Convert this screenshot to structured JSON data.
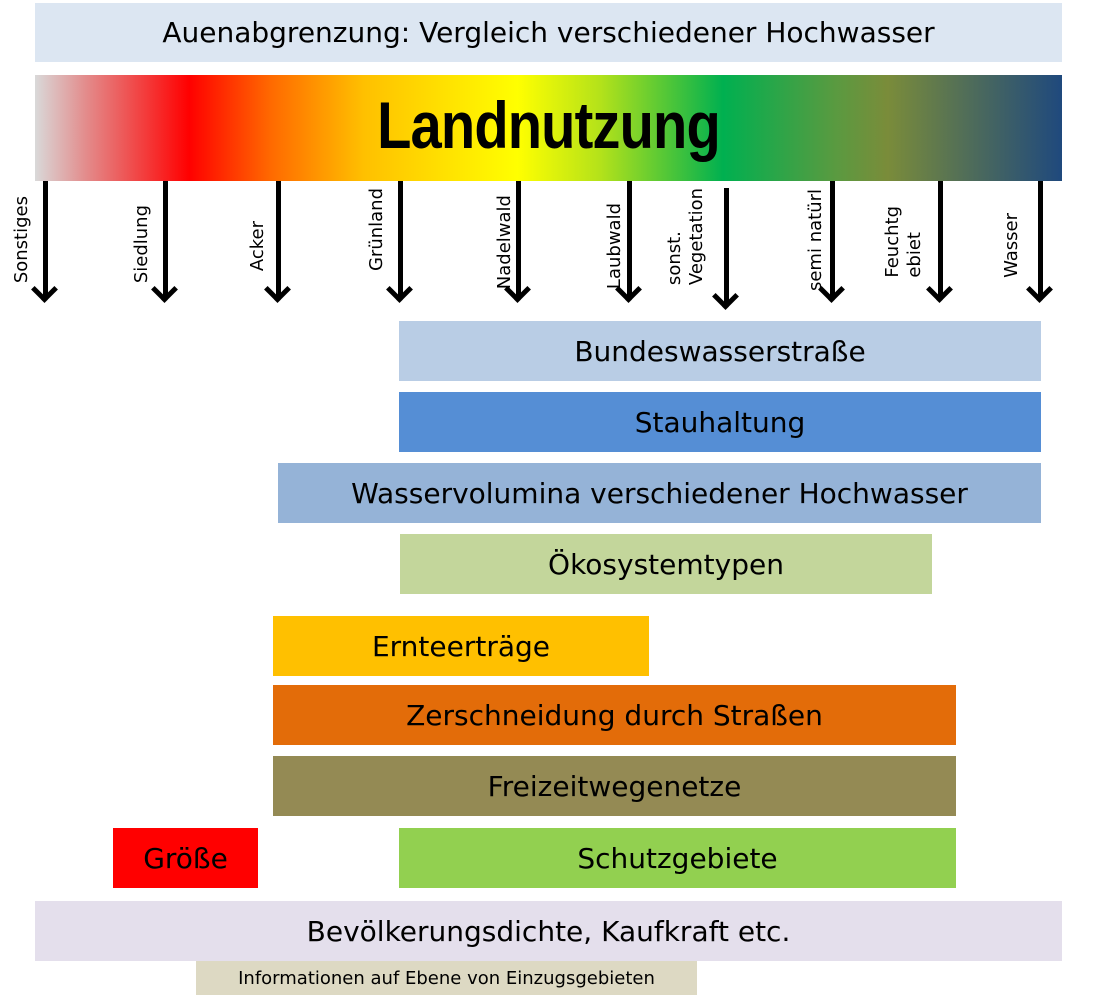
{
  "title": "Auenabgrenzung: Vergleich verschiedener Hochwasser",
  "banner": "Landnutzung",
  "categories": [
    "Sonstiges",
    "Siedlung",
    "Acker",
    "Grünland",
    "Nadelwald",
    "Laubwald",
    "sonst.\nVegetation",
    "semi natürl",
    "Feuchtg\nebiet",
    "Wasser"
  ],
  "bars": {
    "bundeswasserstrasse": "Bundeswasserstraße",
    "stauhaltung": "Stauhaltung",
    "wasservolumina": "Wasservolumina verschiedener Hochwasser",
    "oekosystemtypen": "Ökosystemtypen",
    "ernteertraege": "Ernteerträge",
    "zerschneidung": "Zerschneidung durch Straßen",
    "freizeitwegenetze": "Freizeitwegenetze",
    "groesse": "Größe",
    "schutzgebiete": "Schutzgebiete",
    "bevoelkerung": "Bevölkerungsdichte, Kaufkraft etc.",
    "einzugsgebiete": "Informationen auf Ebene von Einzugsgebieten"
  }
}
